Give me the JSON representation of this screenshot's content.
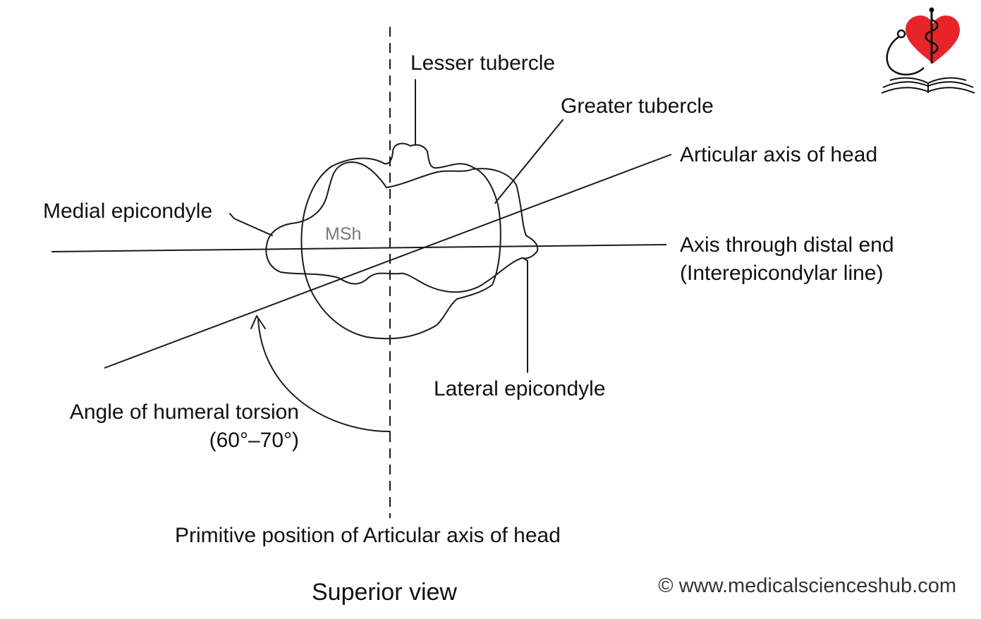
{
  "labels": {
    "lesser_tubercle": "Lesser tubercle",
    "greater_tubercle": "Greater tubercle",
    "articular_axis": "Articular axis of head",
    "medial_epicondyle": "Medial epicondyle",
    "msh": "MSh",
    "distal_axis_line1": "Axis through distal end",
    "distal_axis_line2": "(Interepicondylar line)",
    "lateral_epicondyle": "Lateral epicondyle",
    "torsion_angle_line1": "Angle of humeral torsion",
    "torsion_angle_line2": "(60°–70°)",
    "primitive_position": "Primitive position of Articular axis of head"
  },
  "caption": "Superior view",
  "copyright": "© www.medicalscienceshub.com",
  "logo": {
    "icon": "heart-stethoscope-book-logo",
    "heart_color": "#e8242b",
    "line_color": "#111111"
  }
}
